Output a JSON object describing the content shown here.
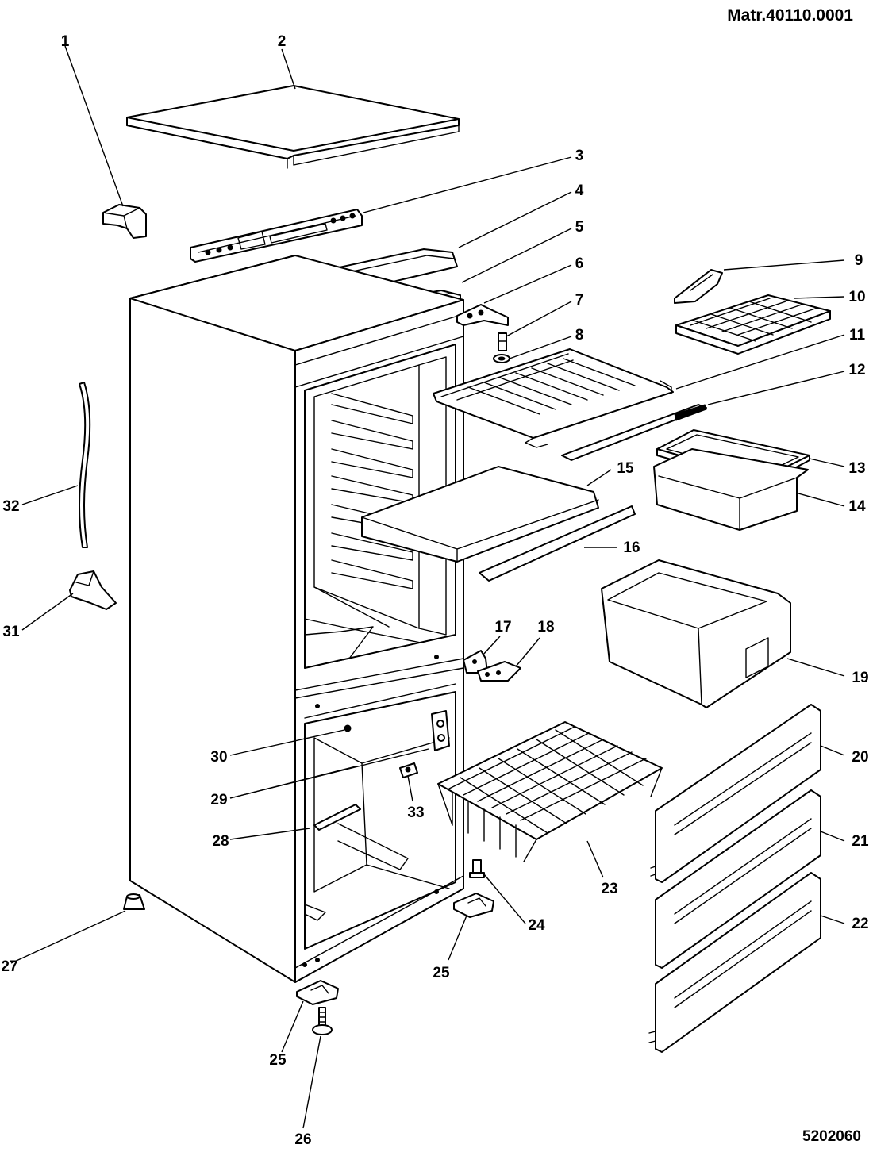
{
  "header": {
    "material_code": "Matr.40110.0001"
  },
  "footer": {
    "drawing_number": "5202060"
  },
  "callouts": [
    "1",
    "2",
    "3",
    "4",
    "5",
    "6",
    "7",
    "8",
    "9",
    "10",
    "11",
    "12",
    "13",
    "14",
    "15",
    "16",
    "17",
    "18",
    "19",
    "20",
    "21",
    "22",
    "23",
    "24",
    "25",
    "25",
    "26",
    "27",
    "28",
    "29",
    "30",
    "31",
    "32",
    "33"
  ]
}
